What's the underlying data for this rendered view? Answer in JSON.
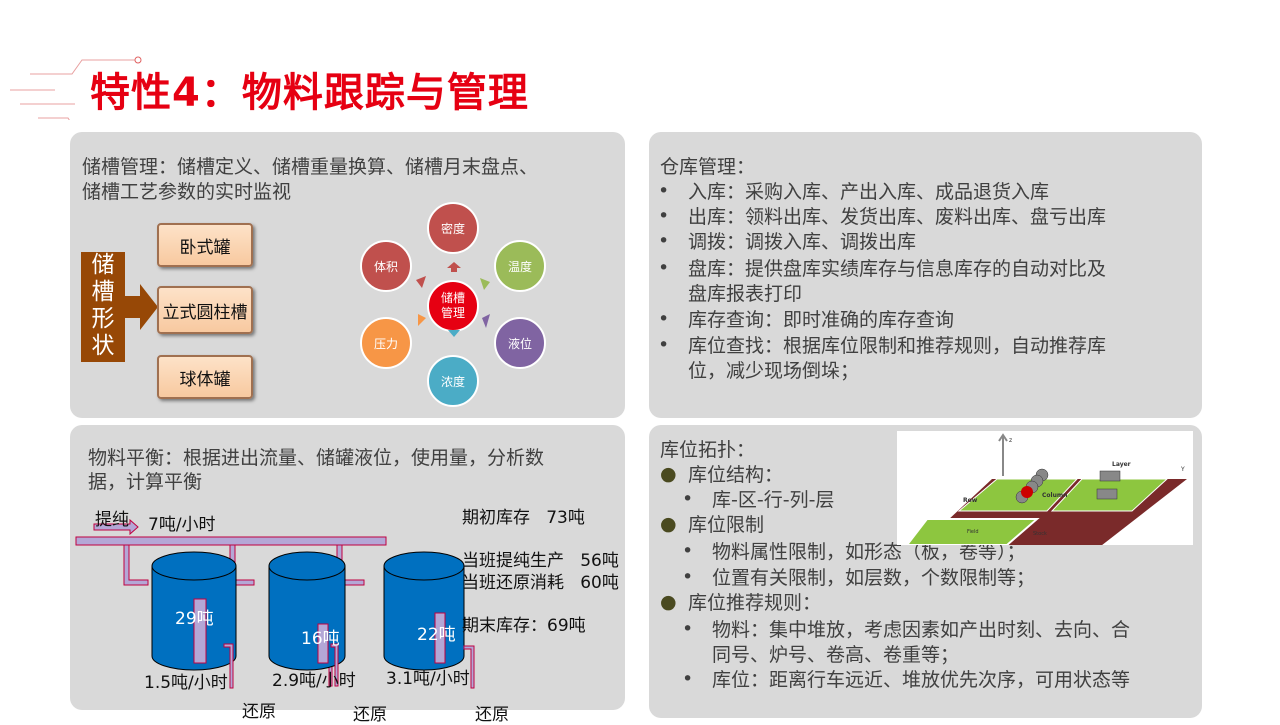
{
  "title": "特性4：物料跟踪与管理",
  "colors": {
    "accent": "#e60012",
    "panel": "#d9d9d9",
    "shape_label": "#974806",
    "tank": "#0070c0",
    "pipe": "#b4a7d6"
  },
  "tank_panel": {
    "heading_line1": "储槽管理：储槽定义、储槽重量换算、储槽月末盘点、",
    "heading_line2": "储槽工艺参数的实时监视",
    "shape_label": [
      "储",
      "槽",
      "形",
      "状"
    ],
    "shapes": [
      "卧式罐",
      "立式圆柱槽",
      "球体罐"
    ],
    "center": [
      "储槽",
      "管理"
    ],
    "params": [
      {
        "label": "密度",
        "color": "#c0504d"
      },
      {
        "label": "温度",
        "color": "#9bbb59"
      },
      {
        "label": "液位",
        "color": "#8064a2"
      },
      {
        "label": "浓度",
        "color": "#4bacc6"
      },
      {
        "label": "压力",
        "color": "#f79646"
      },
      {
        "label": "体积",
        "color": "#c0504d"
      }
    ]
  },
  "warehouse_panel": {
    "heading": "仓库管理：",
    "items": [
      "入库：采购入库、产出入库、成品退货入库",
      "出库：领料出库、发货出库、废料出库、盘亏出库",
      "调拨：调拨入库、调拨出库",
      "盘库：提供盘库实绩库存与信息库存的自动对比及",
      "库存查询：即时准确的库存查询",
      "库位查找：根据库位限制和推荐规则，自动推荐库"
    ],
    "item4_cont": "盘库报表打印",
    "item6_cont": "位，减少现场倒垛；"
  },
  "balance_panel": {
    "heading_line1": "物料平衡：根据进出流量、储罐液位，使用量，分析数",
    "heading_line2": "据，计算平衡",
    "inlet_label": "提纯",
    "inlet_rate": "7吨/小时",
    "tanks": [
      {
        "level": "29吨",
        "rate": "1.5吨/小时",
        "out": "还原"
      },
      {
        "level": "16吨",
        "rate": "2.9吨/小时",
        "out": "还原"
      },
      {
        "level": "22吨",
        "rate": "3.1吨/小时",
        "out": "还原"
      }
    ],
    "opening": "期初库存   73吨",
    "produced": "当班提纯生产   56吨",
    "consumed": "当班还原消耗   60吨",
    "closing": "期末库存：69吨"
  },
  "topology_panel": {
    "heading": "库位拓扑：",
    "l1": [
      "库位结构：",
      "库位限制",
      "库位推荐规则："
    ],
    "structure": [
      "库-区-行-列-层"
    ],
    "limits": [
      "物料属性限制，如形态（板，卷等）；",
      "位置有关限制，如层数，个数限制等；"
    ],
    "rules": [
      "物料：集中堆放，考虑因素如产出时刻、去向、合",
      "同号、炉号、卷高、卷重等；",
      "库位：距离行车远近、堆放优先次序，可用状态等"
    ],
    "image_labels": {
      "z": "z",
      "y": "Y",
      "layer": "Layer",
      "row": "Row",
      "column": "Column",
      "field": "Field",
      "stock": "Stock"
    }
  }
}
